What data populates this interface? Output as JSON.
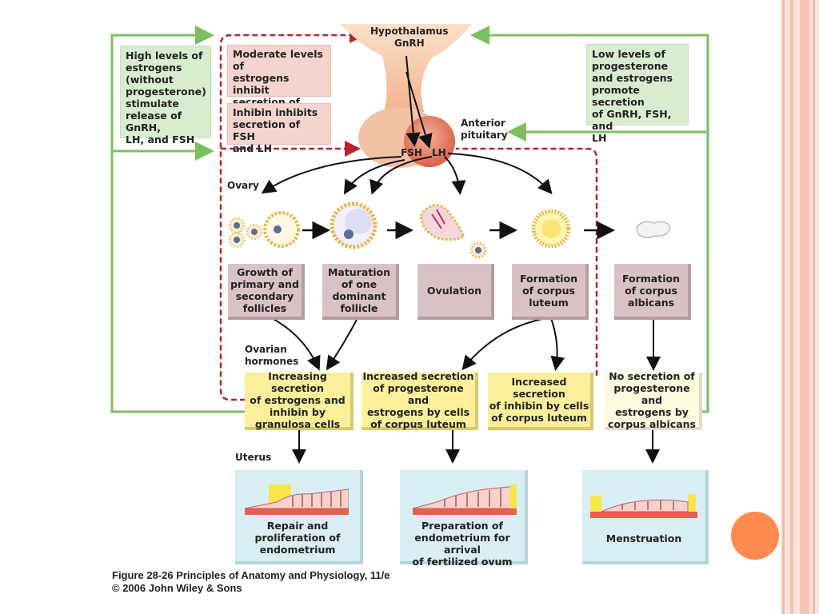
{
  "top_labels": {
    "hypothalamus": "Hypothalamus",
    "gnrh": "GnRH",
    "anterior_pituitary": "Anterior\npituitary",
    "fsh": "FSH",
    "lh": "LH",
    "ovary": "Ovary",
    "ovarian_hormones": "Ovarian\nhormones",
    "uterus": "Uterus"
  },
  "feedback": {
    "high_estrogen": "High levels of\nestrogens\n(without\nprogesterone)\nstimulate\nrelease of GnRH,\nLH, and FSH",
    "moderate_estrogen": "Moderate levels of\nestrogens inhibit\nsecretion of GnRH,\nFSH, and LH",
    "inhibin": "Inhibin inhibits\nsecretion of FSH\nand LH",
    "low_levels": "Low levels of\nprogesterone\nand estrogens\npromote secretion\nof GnRH, FSH, and\nLH"
  },
  "ovarian_stages": [
    {
      "label": "Growth of\nprimary and\nsecondary\nfollicles"
    },
    {
      "label": "Maturation\nof one\ndominant\nfollicle"
    },
    {
      "label": "Ovulation"
    },
    {
      "label": "Formation\nof corpus\nluteum"
    },
    {
      "label": "Formation\nof corpus\nalbicans"
    }
  ],
  "hormone_boxes": [
    {
      "label": "Increasing secretion\nof estrogens and\ninhibin by\ngranulosa cells"
    },
    {
      "label": "Increased secretion\nof progesterone and\nestrogens by cells\nof corpus luteum"
    },
    {
      "label": "Increased\nsecretion\nof inhibin by cells\nof corpus luteum"
    },
    {
      "label": "No secretion of\nprogesterone and\nestrogens  by\ncorpus albicans"
    }
  ],
  "uterus_panels": [
    {
      "label": "Repair and\nproliferation of\nendometrium"
    },
    {
      "label": "Preparation of\nendometrium for arrival\nof fertilized ovum"
    },
    {
      "label": "Menstruation"
    }
  ],
  "caption": {
    "line1": "Figure 28-26  Principles of Anatomy and Physiology, 11/e",
    "line2": "© 2006 John Wiley & Sons"
  },
  "colors": {
    "stimulate_arrow": "#7dbf5e",
    "inhibit_arrow": "#b8232f",
    "side_stripe": "#f6c4b2",
    "orange_dot": "#ff8a50"
  }
}
